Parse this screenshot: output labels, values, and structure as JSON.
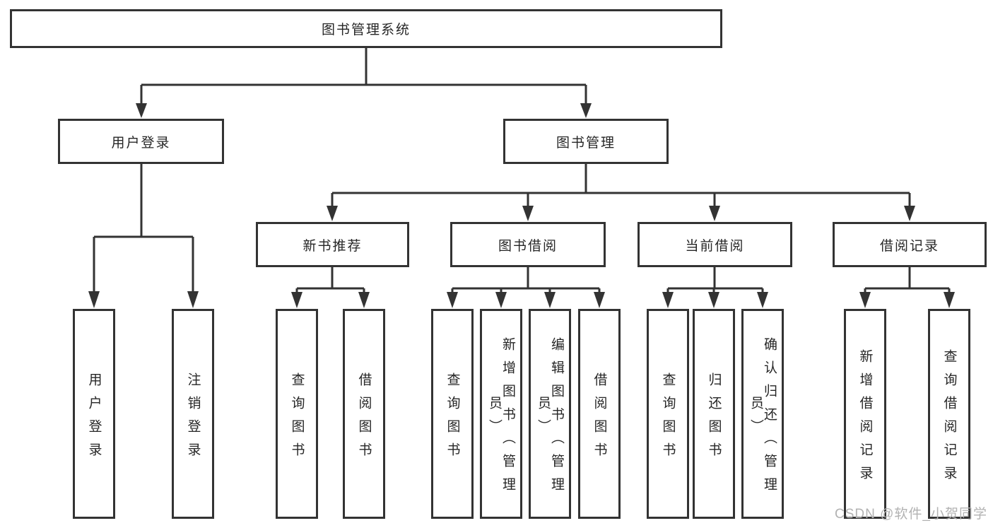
{
  "diagram": {
    "title": "图书管理系统",
    "tree": {
      "root": "图书管理系统",
      "branches": [
        {
          "label": "用户登录",
          "children": [
            "用户登录",
            "注销登录"
          ]
        },
        {
          "label": "图书管理",
          "sections": [
            {
              "label": "新书推荐",
              "children": [
                "查询图书",
                "借阅图书"
              ]
            },
            {
              "label": "图书借阅",
              "children": [
                "查询图书",
                "新增图书（管理员）",
                "编辑图书（管理员）",
                "借阅图书"
              ]
            },
            {
              "label": "当前借阅",
              "children": [
                "查询图书",
                "归还图书",
                "确认归还（管理员）"
              ]
            },
            {
              "label": "借阅记录",
              "children": [
                "新增借阅记录",
                "查询借阅记录"
              ]
            }
          ]
        }
      ]
    },
    "colors": {
      "line": "#333333",
      "border": "#333333",
      "text": "#262626",
      "background": "#ffffff",
      "watermark": "#b2b2b2"
    }
  },
  "watermark": {
    "text": "CSDN @软件_小贺同学"
  }
}
